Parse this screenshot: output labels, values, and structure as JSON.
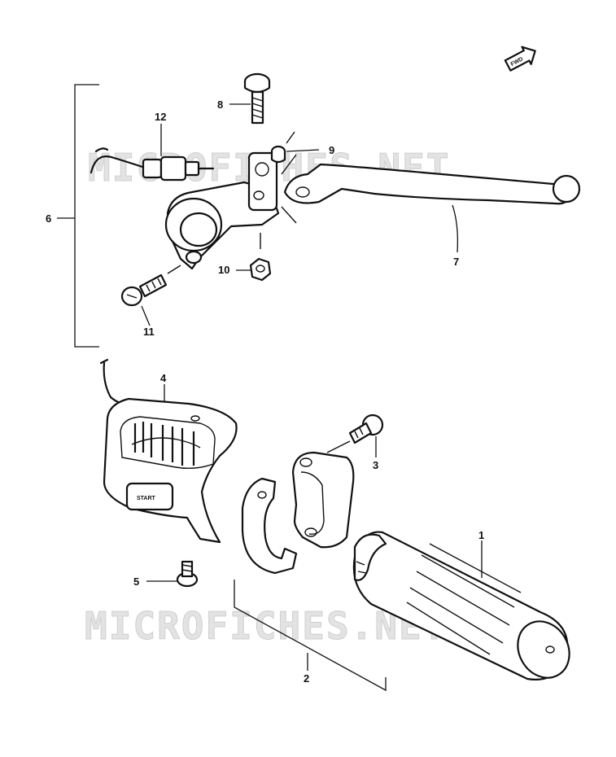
{
  "watermark": [
    "MICROFICHES.NET",
    "MICROFICHES.NET"
  ],
  "direction_label": "FWD",
  "switch_label": "START",
  "callouts": [
    {
      "id": "1",
      "label": "1"
    },
    {
      "id": "2",
      "label": "2"
    },
    {
      "id": "3",
      "label": "3"
    },
    {
      "id": "4",
      "label": "4"
    },
    {
      "id": "5",
      "label": "5"
    },
    {
      "id": "6",
      "label": "6"
    },
    {
      "id": "7",
      "label": "7"
    },
    {
      "id": "8",
      "label": "8"
    },
    {
      "id": "9",
      "label": "9"
    },
    {
      "id": "10",
      "label": "10"
    },
    {
      "id": "11",
      "label": "11"
    },
    {
      "id": "12",
      "label": "12"
    }
  ],
  "parts": [
    {
      "ref": "1",
      "name": "throttle grip"
    },
    {
      "ref": "2",
      "name": "throttle clamp halves"
    },
    {
      "ref": "3",
      "name": "clamp screw"
    },
    {
      "ref": "4",
      "name": "handlebar switch housing"
    },
    {
      "ref": "5",
      "name": "switch screw"
    },
    {
      "ref": "6",
      "name": "lever assembly"
    },
    {
      "ref": "7",
      "name": "brake lever"
    },
    {
      "ref": "8",
      "name": "pivot bolt"
    },
    {
      "ref": "9",
      "name": "lever adjuster"
    },
    {
      "ref": "10",
      "name": "pivot nut"
    },
    {
      "ref": "11",
      "name": "bracket screw"
    },
    {
      "ref": "12",
      "name": "stop light switch"
    }
  ]
}
